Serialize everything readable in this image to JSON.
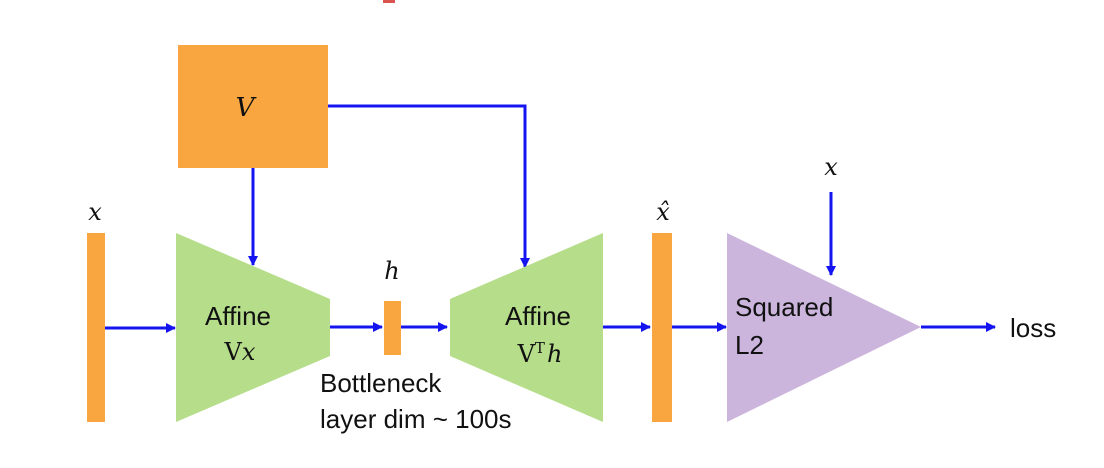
{
  "colors": {
    "orange": "#F9A640",
    "green": "#B5DD8A",
    "purple": "#CCB5DD",
    "arrow": "#1414F0",
    "accent_red": "#D9534F"
  },
  "matrix_V": {
    "label": "V"
  },
  "input_x": {
    "label": "x"
  },
  "encoder": {
    "title": "Affine",
    "formula_base": "V",
    "formula_var": "x"
  },
  "bottleneck": {
    "label": "h",
    "caption_line1": "Bottleneck",
    "caption_line2": "layer dim ~ 100s"
  },
  "decoder": {
    "title": "Affine",
    "formula_base": "V",
    "formula_sup": "T",
    "formula_var": "h"
  },
  "reconstruction": {
    "label": "x̂"
  },
  "target_x": {
    "label": "x"
  },
  "loss_block": {
    "line1": "Squared",
    "line2": "L2"
  },
  "output": {
    "label": "loss"
  }
}
